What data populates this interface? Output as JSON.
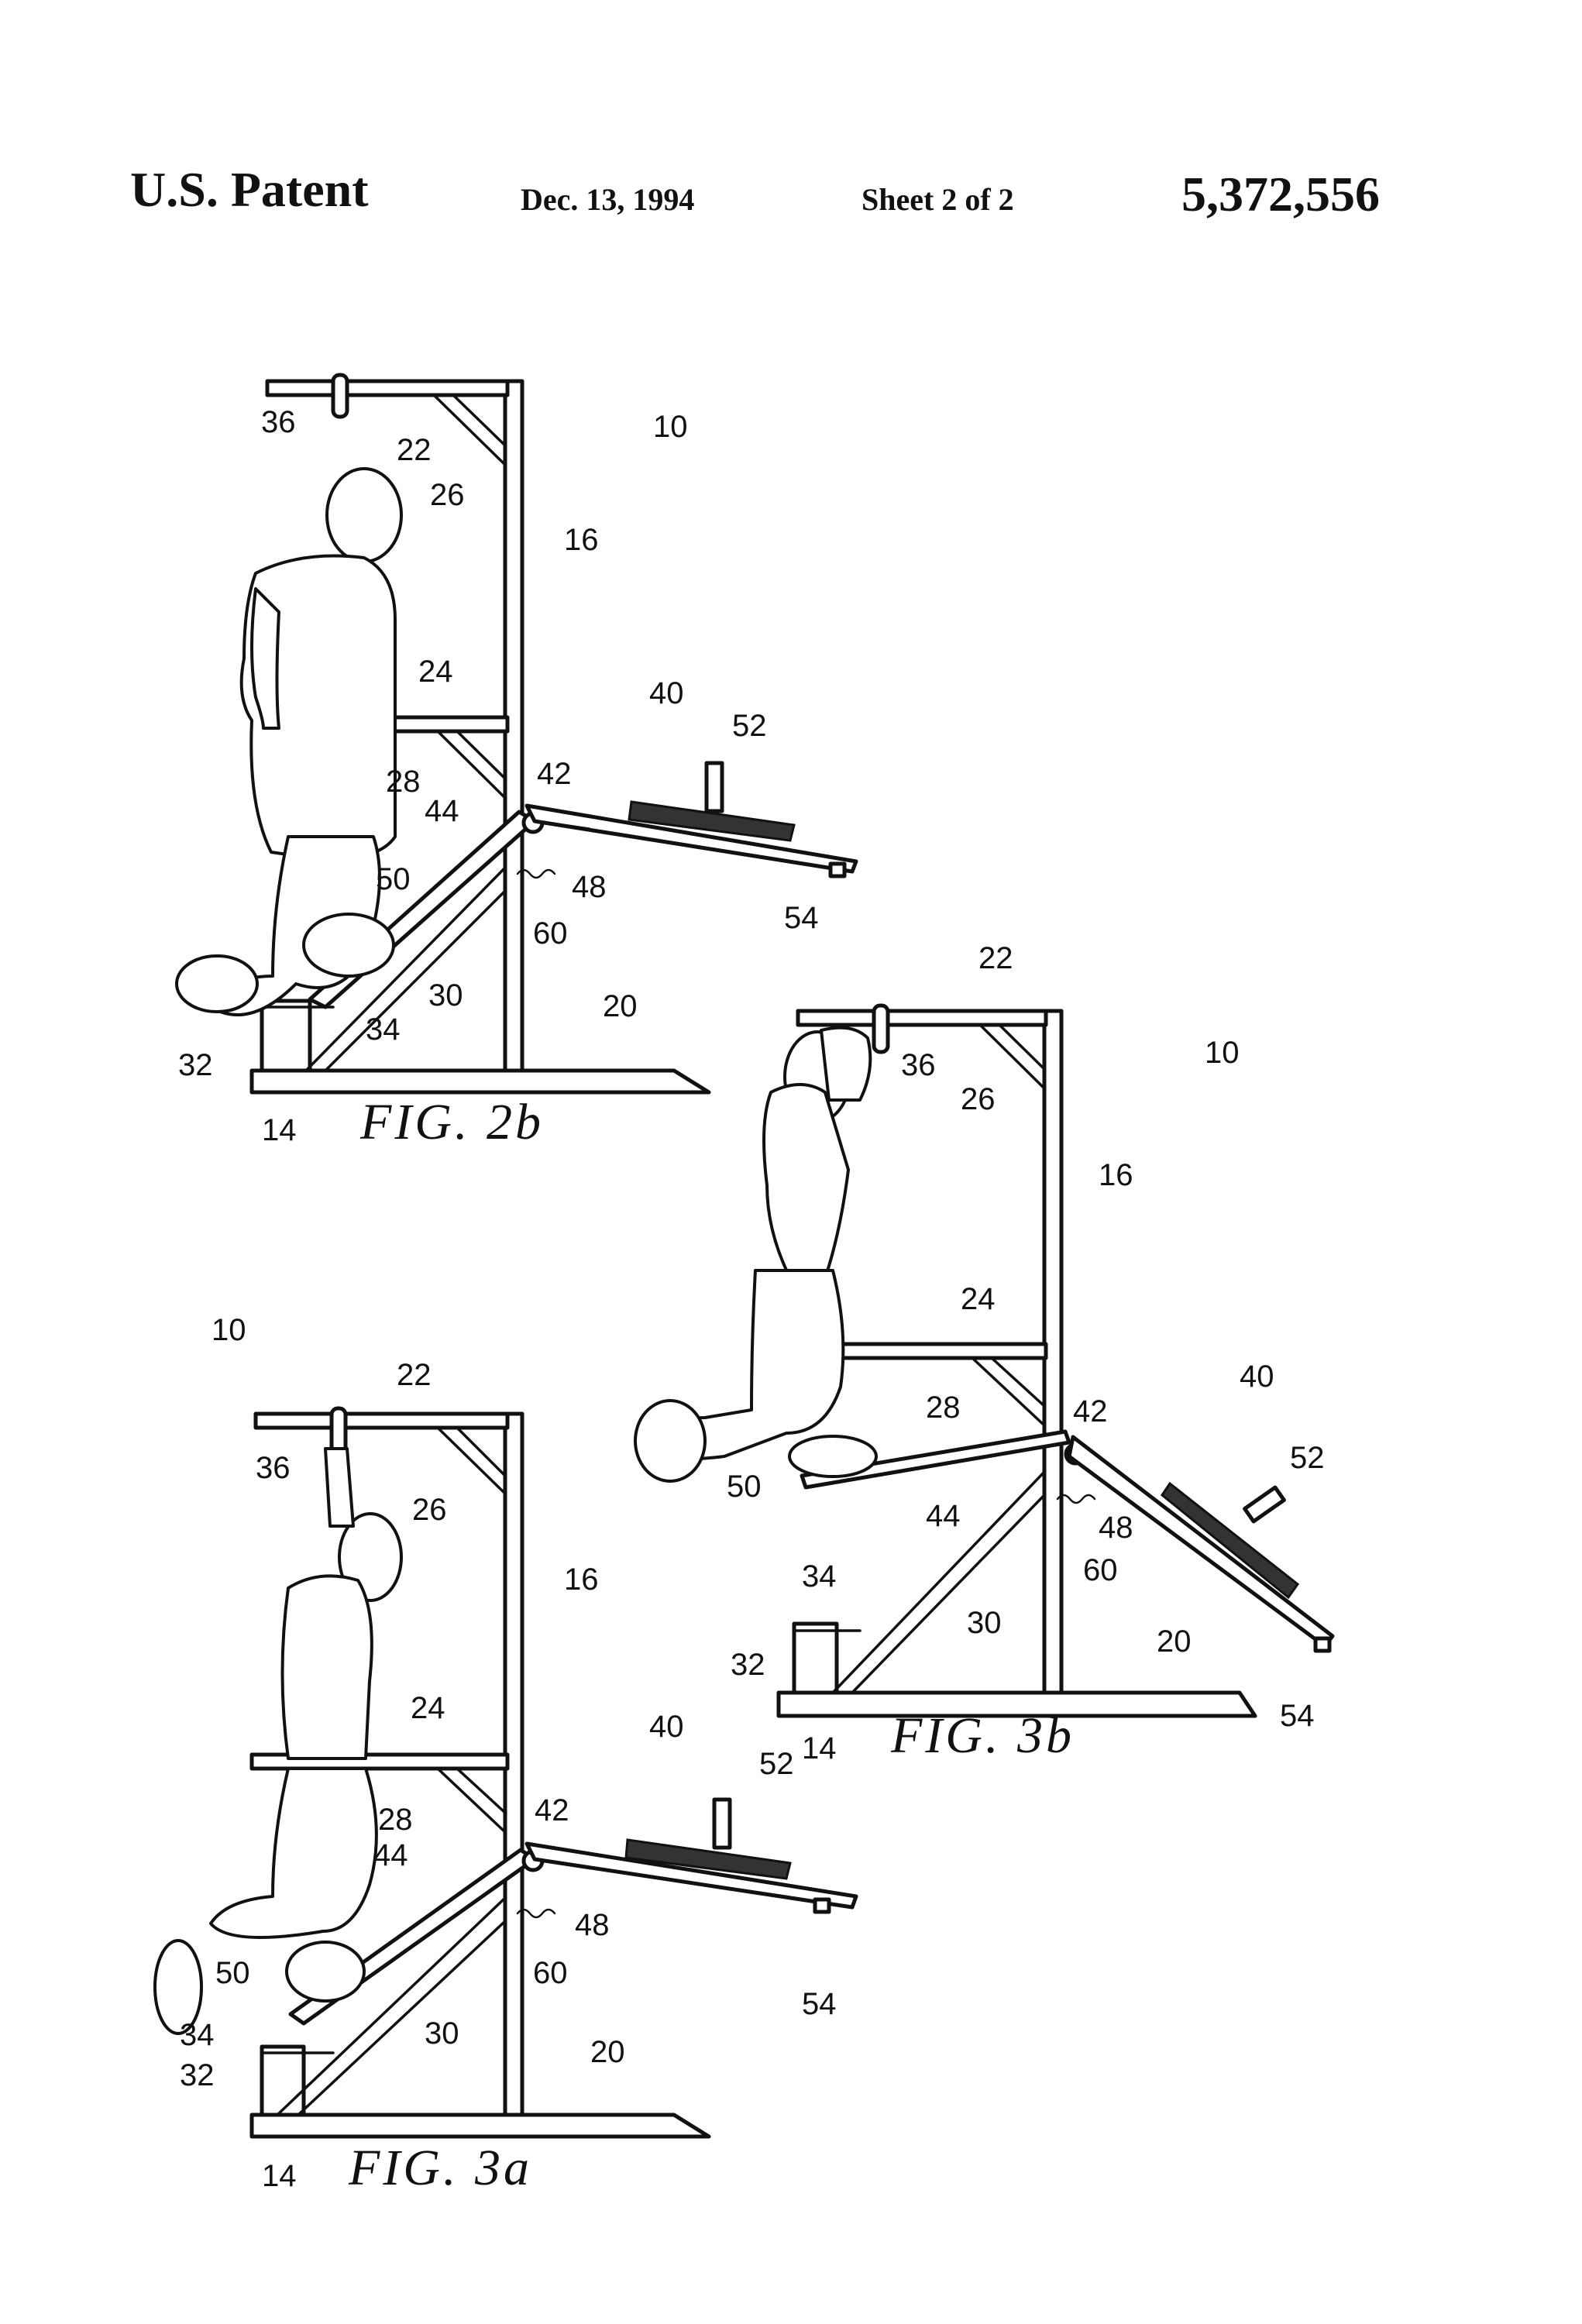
{
  "header": {
    "title": "U.S. Patent",
    "date": "Dec. 13, 1994",
    "sheet": "Sheet 2 of 2",
    "patent_number": "5,372,556"
  },
  "figures": {
    "fig2b": {
      "caption": "FIG. 2b",
      "labels": {
        "r10": "10",
        "r14": "14",
        "r16": "16",
        "r20": "20",
        "r22": "22",
        "r24": "24",
        "r26": "26",
        "r28": "28",
        "r30": "30",
        "r32": "32",
        "r34": "34",
        "r36": "36",
        "r40": "40",
        "r42": "42",
        "r44": "44",
        "r48": "48",
        "r50": "50",
        "r52": "52",
        "r54": "54",
        "r60": "60"
      }
    },
    "fig3b": {
      "caption": "FIG. 3b",
      "labels": {
        "r10": "10",
        "r14": "14",
        "r16": "16",
        "r20": "20",
        "r22": "22",
        "r24": "24",
        "r26": "26",
        "r28": "28",
        "r30": "30",
        "r32": "32",
        "r34": "34",
        "r36": "36",
        "r40": "40",
        "r42": "42",
        "r44": "44",
        "r48": "48",
        "r50": "50",
        "r52": "52",
        "r54": "54",
        "r60": "60"
      }
    },
    "fig3a": {
      "caption": "FIG. 3a",
      "labels": {
        "r10": "10",
        "r14": "14",
        "r16": "16",
        "r20": "20",
        "r22": "22",
        "r24": "24",
        "r26": "26",
        "r28": "28",
        "r30": "30",
        "r32": "32",
        "r34": "34",
        "r36": "36",
        "r40": "40",
        "r42": "42",
        "r44": "44",
        "r48": "48",
        "r50": "50",
        "r52": "52",
        "r54": "54",
        "r60": "60"
      }
    }
  }
}
